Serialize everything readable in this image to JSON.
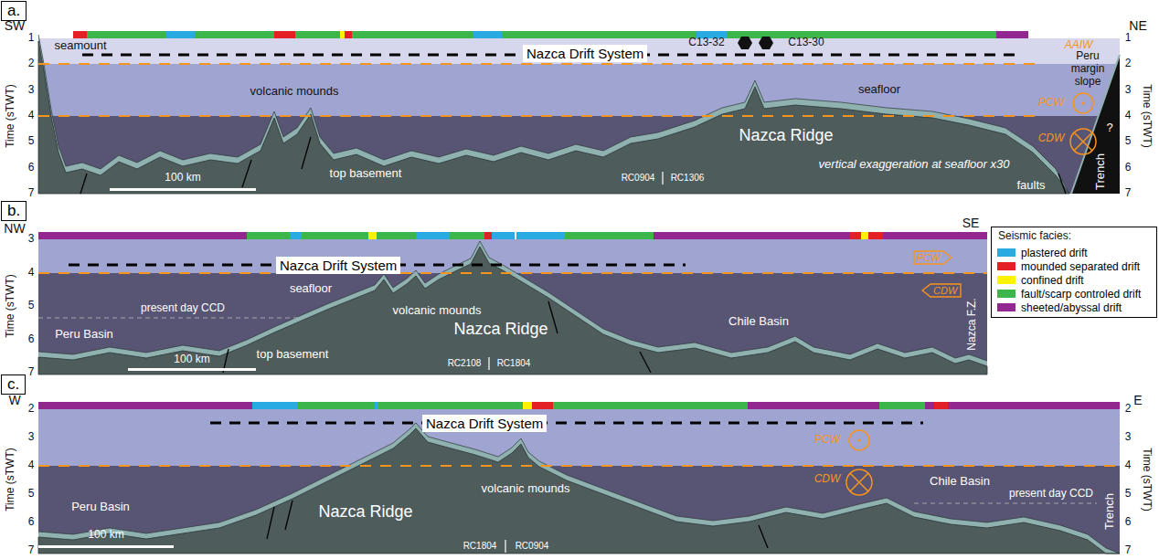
{
  "diagram": {
    "nodes": [
      {
        "text": [
          "a."
        ]
      },
      {
        "text": [
          "Nazca Drift System"
        ]
      },
      {
        "text": [
          "b."
        ]
      },
      {
        "text": [
          "Nazca Drift System"
        ]
      },
      {
        "text": [
          "PCW"
        ]
      },
      {
        "text": [
          "CDW"
        ]
      },
      {
        "text": [
          "c."
        ]
      },
      {
        "text": [
          "Nazca Drift System"
        ]
      }
    ],
    "labels": [
      "SW",
      "NE",
      "1",
      "2",
      "3",
      "4",
      "5",
      "6",
      "7",
      "Time (sTWT)",
      "1",
      "2",
      "3",
      "4",
      "5",
      "6",
      "7",
      "Time (sTWT)",
      "seamount",
      "AAIW",
      "C13-32",
      "C13-30",
      "Peru margin slope",
      "PCW",
      "CDW",
      "volcanic mounds",
      "seafloor",
      "top basement",
      "Nazca Ridge",
      "Trench",
      "?",
      "faults",
      "100 km",
      "RC0904",
      "RC1306",
      "vertical exaggeration at seafloor x30",
      "NW",
      "SE",
      "3",
      "4",
      "5",
      "6",
      "7",
      "Time (sTWT)",
      "Peru Basin",
      "present day CCD",
      "seafloor",
      "top basement",
      "volcanic mounds",
      "Nazca Ridge",
      "100 km",
      "RC2108",
      "RC1804",
      "Chile Basin",
      "Nazca F.Z.",
      "Seismic facies:",
      "W",
      "E",
      "2",
      "3",
      "4",
      "5",
      "6",
      "7",
      "Time (sTWT)",
      "2",
      "3",
      "4",
      "5",
      "6",
      "7",
      "Time (sTWT)",
      "Peru Basin",
      "Nazca Ridge",
      "volcanic mounds",
      "PCW",
      "CDW",
      "Chile Basin",
      "present day CCD",
      "Trench",
      "100 km",
      "RC1804",
      "RC0904"
    ],
    "legend": [
      {
        "text": "plastered drift",
        "color": "#29aae1"
      },
      {
        "text": "mounded separated drift",
        "color": "#e32026"
      },
      {
        "text": "confined drift",
        "color": "#fff200"
      },
      {
        "text": "fault/scarp controled drift",
        "color": "#3cb54a"
      },
      {
        "text": "sheeted/abyssal drift",
        "color": "#92278f"
      }
    ]
  }
}
